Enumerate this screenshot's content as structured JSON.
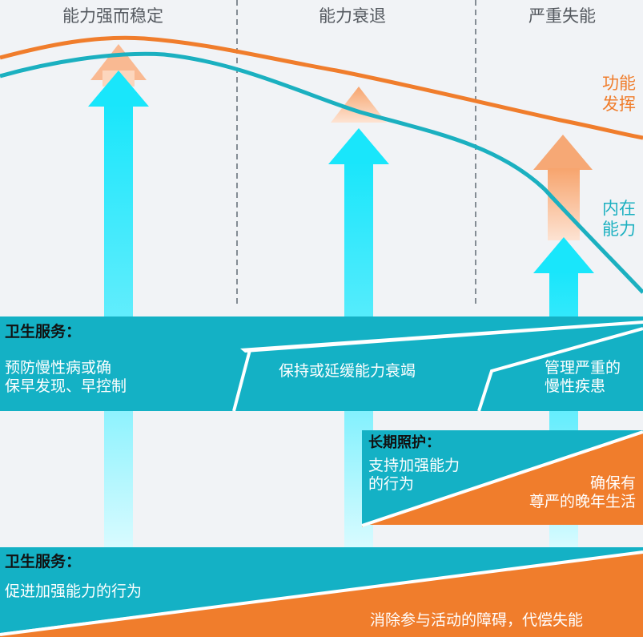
{
  "phases": [
    "能力强而稳定",
    "能力衰退",
    "严重失能"
  ],
  "curves": {
    "function_label": [
      "功能",
      "发挥"
    ],
    "capacity_label": [
      "内在",
      "能力"
    ]
  },
  "health_services_top": {
    "heading": "卫生服务：",
    "col1": [
      "预防慢性病或确",
      "保早发现、早控制"
    ],
    "col2": "保持或延缓能力衰竭",
    "col3": [
      "管理严重的",
      "慢性疾患"
    ]
  },
  "long_term_care": {
    "heading": "长期照护：",
    "left": [
      "支持加强能力",
      "的行为"
    ],
    "right": [
      "确保有",
      "尊严的晚年生活"
    ]
  },
  "health_services_bottom": {
    "heading": "卫生服务：",
    "left": "促进加强能力的行为",
    "right": "消除参与活动的障碍，代偿失能"
  },
  "colors": {
    "orange": "#f07d2c",
    "teal": "#1bb0c0",
    "band_teal": "#14b1c5",
    "arrow_cyan": "#19e6fb",
    "arrow_peach": "#f7b78c",
    "background": "#f1f3f6"
  }
}
